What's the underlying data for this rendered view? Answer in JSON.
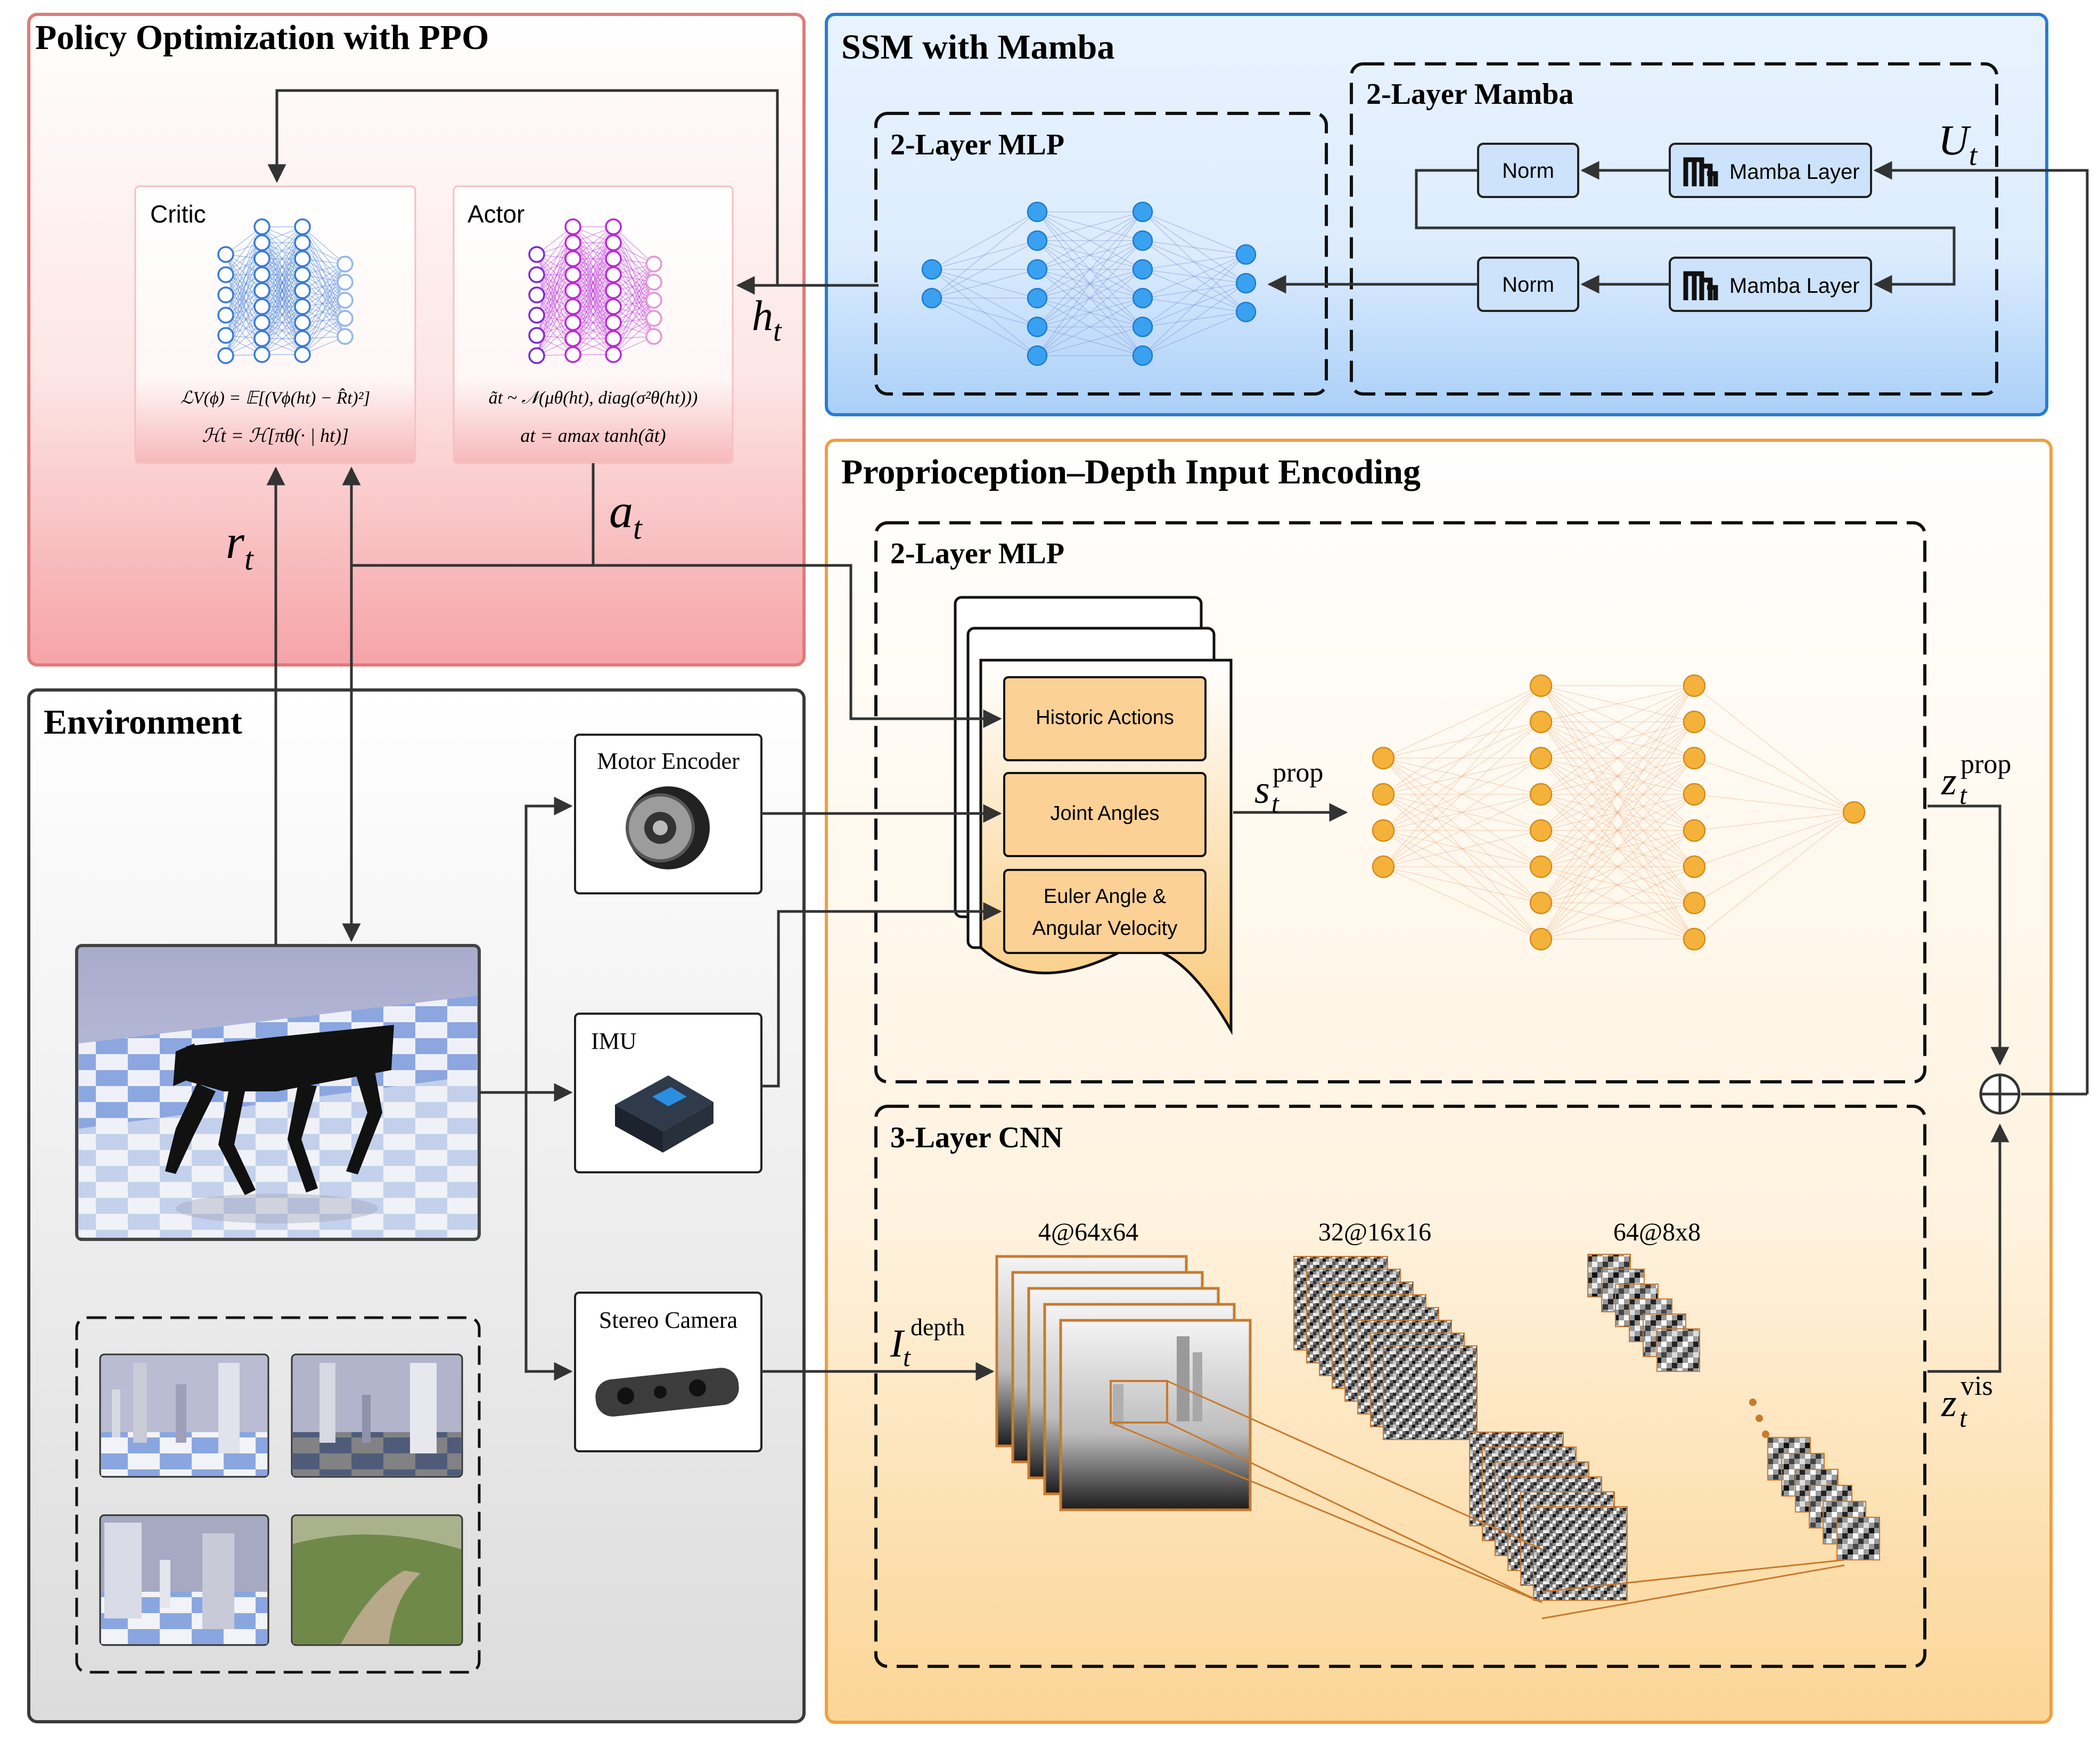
{
  "panels": {
    "ppo": {
      "title": "Policy Optimization with PPO"
    },
    "ssm": {
      "title": "SSM with Mamba",
      "mlp_title": "2-Layer MLP",
      "mamba_title": "2-Layer Mamba"
    },
    "enc": {
      "title": "Proprioception–Depth Input Encoding",
      "mlp_title": "2-Layer MLP",
      "cnn_title": "3-Layer CNN"
    },
    "env": {
      "title": "Environment"
    }
  },
  "critic": {
    "label": "Critic",
    "loss": "ℒV(ϕ) = 𝔼[(Vϕ(ht) − R̂t)²]",
    "entropy": "ℋt = ℋ[πθ(· | ht)]"
  },
  "actor": {
    "label": "Actor",
    "sample": "ãt ~ 𝒩(μθ(ht), diag(σ²θ(ht)))",
    "squash": "at = amax tanh(ãt)"
  },
  "mamba": {
    "norm_label": "Norm",
    "layer_label": "Mamba Layer"
  },
  "sensors": {
    "motor": "Motor Encoder",
    "imu": "IMU",
    "camera": "Stereo Camera"
  },
  "inputs": {
    "historic": "Historic Actions",
    "joint": "Joint Angles",
    "euler_1": "Euler Angle &",
    "euler_2": "Angular Velocity"
  },
  "cnn": {
    "l1": "4@64x64",
    "l2": "32@16x16",
    "l3": "64@8x8"
  },
  "symbols": {
    "r": "r",
    "r_sub": "t",
    "a": "a",
    "a_sub": "t",
    "h": "h",
    "h_sub": "t",
    "U": "U",
    "U_sub": "t",
    "s": "s",
    "s_sub": "t",
    "s_sup": "prop",
    "zp": "z",
    "zp_sub": "t",
    "zp_sup": "prop",
    "zv": "z",
    "zv_sub": "t",
    "zv_sup": "vis",
    "I": "I",
    "I_sub": "t",
    "I_sup": "depth"
  },
  "colors": {
    "ppo_border": "#e07a7a",
    "ssm_border": "#2a7bd4",
    "enc_border": "#f0a040",
    "env_border": "#3a3a3a",
    "critic_net": "#3a7bd5",
    "actor_net": "#b82ad6",
    "ssm_node": "#3aa0f0",
    "enc_node": "#f5b23a",
    "arrow": "#333333"
  }
}
